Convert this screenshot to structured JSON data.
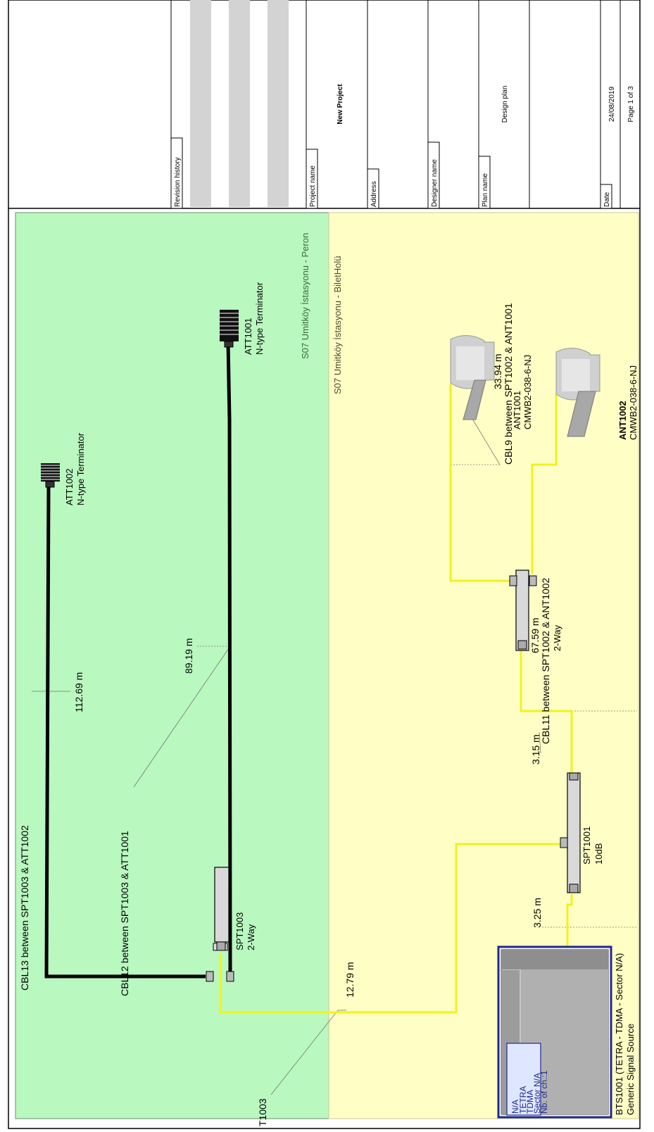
{
  "zones": {
    "peron": "S07 Umitköy İstasyonu - Peron",
    "bilet": "S07 Umitköy İstasyonu - BiletHolü"
  },
  "title_block": {
    "revision_history_label": "Revision history",
    "project_name_label": "Project name",
    "project_name": "New Project",
    "address_label": "Address",
    "designer_name_label": "Designer name",
    "plan_name_label": "Plan name",
    "plan_name": "Design plan",
    "date_label": "Date",
    "date": "24/08/2019",
    "page": "Page 1 of 3"
  },
  "components": {
    "att1002": {
      "id": "ATT1002",
      "type": "N-type Terminator"
    },
    "att1001": {
      "id": "ATT1001",
      "type": "N-type Terminator"
    },
    "spt1003": {
      "id": "SPT1003",
      "type": "2-Way"
    },
    "spt1002": {
      "type": "2-Way"
    },
    "spt1001": {
      "id": "SPT1001",
      "type": "10dB"
    },
    "ant1001": {
      "id": "ANT1001",
      "model": "CMWB2-038-6-NJ"
    },
    "ant1002": {
      "id": "ANT1002",
      "model": "CMWB2-038-6-NJ"
    },
    "bts1001": {
      "title": "BTS1001 (TETRA - TDMA - Sector N/A)",
      "subtitle": "Generic Signal Source",
      "lines": [
        "N/A",
        "TETRA",
        "TDMA",
        "Sector N/A",
        "Nb. of ch.:1"
      ]
    }
  },
  "cables": {
    "cbl13": {
      "label": "CBL13 between SPT1003 & ATT1002",
      "length": "112.69 m"
    },
    "cbl12": {
      "label": "CBL12 between SPT1003 & ATT1001",
      "length": "89.19 m"
    },
    "cbl9": {
      "label": "CBL9 between SPT1002 & ANT1001",
      "length": "33.94 m"
    },
    "cbl11": {
      "label": "CBL11 between SPT1002 & ANT1002",
      "length": "67.59 m"
    },
    "len_3_15": "3.15 m",
    "len_3_25": "3.25 m",
    "len_12_79": "12.79 m",
    "cut_label": "T1003"
  }
}
